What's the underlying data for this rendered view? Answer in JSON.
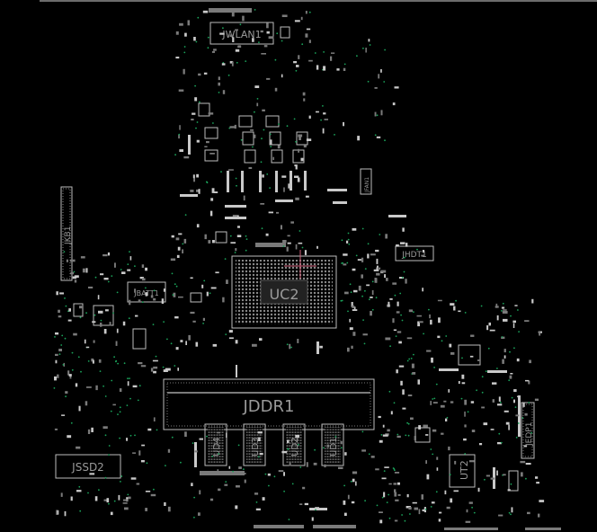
{
  "viewer": {
    "background": "#000000",
    "outline_color": "#bdbdbd",
    "pad_color": "#7a7a7a",
    "via_color": "#1aa35a",
    "cursor_color": "#d0607a"
  },
  "designators": {
    "jwlan": "JWLAN1",
    "jkb": "JKB1",
    "jbatt": "JBATT1",
    "uc2": "UC2",
    "jhdt": "JHDT1",
    "jfan": "JFAN1",
    "jddr": "JDDR1",
    "ud4": "UD4",
    "ud3": "UD3",
    "ud2": "UD2",
    "ud1": "UD1",
    "jssd": "JSSD2",
    "jedp": "JEDP1",
    "ut2": "UT2"
  }
}
